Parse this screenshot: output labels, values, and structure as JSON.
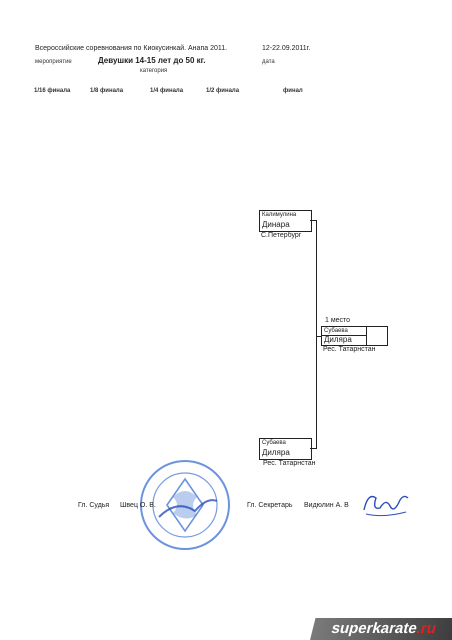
{
  "header": {
    "event_title": "Всероссийские соревнования по Киокусинкай. Анапа 2011.",
    "event_label": "мероприятие",
    "date_value": "12-22.09.2011г.",
    "date_label": "дата",
    "category_value": "Девушки 14-15 лет до 50 кг.",
    "category_label": "категория"
  },
  "rounds": [
    "1/16 финала",
    "1/8 финала",
    "1/4 финала",
    "1/2 финала",
    "финал"
  ],
  "bracket": {
    "semifinal_top": {
      "surname": "Калимулина",
      "name": "Динара",
      "city": "С.Петербург"
    },
    "semifinal_bottom": {
      "surname": "Субаева",
      "name": "Диляра",
      "city": "Рес. Татарнстан"
    },
    "winner_place": "1 место",
    "winner": {
      "surname": "Субаева",
      "name": "Диляра",
      "city": "Рес. Татарнстан"
    }
  },
  "signatures": {
    "judge_label": "Гл. Судья",
    "judge_name": "Швец О. В.",
    "secretary_label": "Гл. Секретарь",
    "secretary_name": "Видюлин А. В"
  },
  "watermark": {
    "text": "superkarate",
    "suffix": ".ru"
  },
  "colors": {
    "ink": "#222222",
    "stamp": "#3b6fd1",
    "signature": "#2a4fb8"
  }
}
